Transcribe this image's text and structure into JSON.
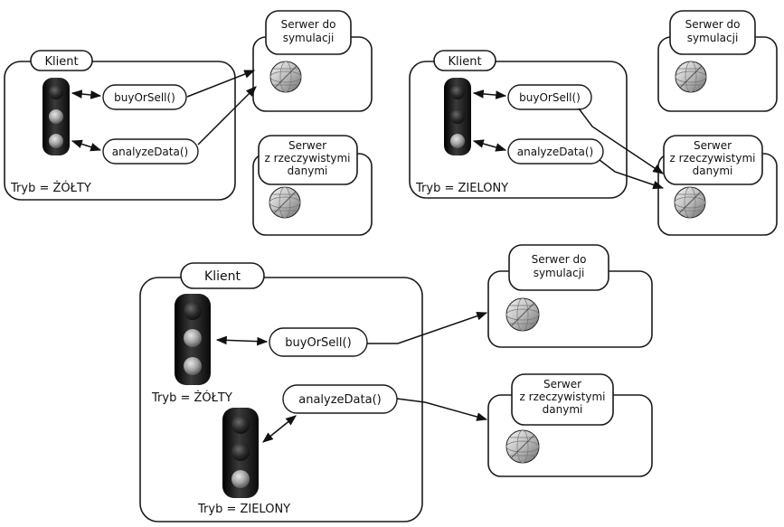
{
  "labels": {
    "client": "Klient",
    "sim_server_line1": "Serwer do",
    "sim_server_line2": "symulacji",
    "real_server_line1": "Serwer",
    "real_server_line2": "z rzeczywistymi",
    "real_server_line3": "danymi",
    "buy_method": "buyOrSell()",
    "analyze_method": "analyzeData()",
    "mode_yellow": "Tryb = ŻÓŁTY",
    "mode_green": "Tryb = ZIELONY"
  },
  "colors": {
    "line": "#1a1a1a",
    "traffic_light_body": "#1c1c1c",
    "lamp": "#9a9a9a",
    "background": "#ffffff"
  },
  "icons": [
    "traffic-light-icon",
    "globe-server-icon"
  ]
}
